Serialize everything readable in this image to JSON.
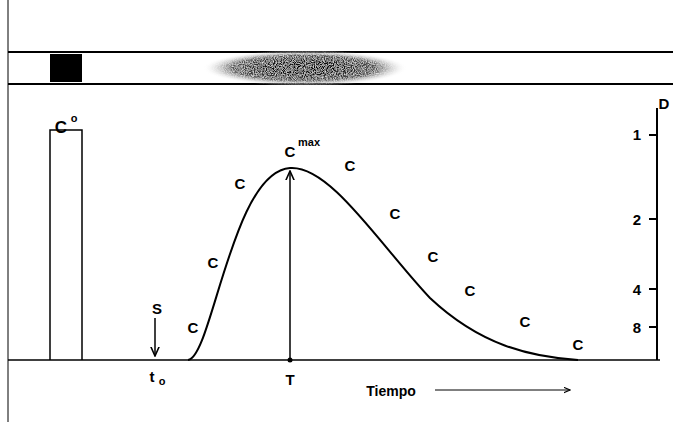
{
  "diagram": {
    "labels": [
      "C",
      "o",
      "S",
      "t",
      "o",
      "C",
      "C",
      "C",
      "C",
      "max",
      "C",
      "C",
      "C",
      "C",
      "C",
      "C",
      "T",
      "Tiempo",
      "D",
      "1",
      "2",
      "4",
      "8"
    ]
  }
}
